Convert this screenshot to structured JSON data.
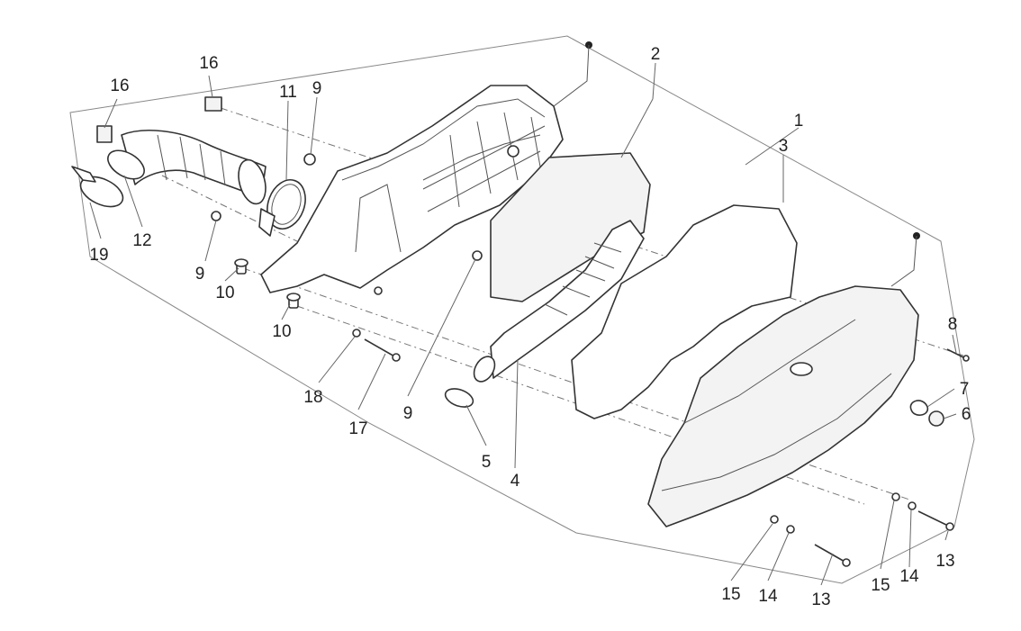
{
  "diagram": {
    "labels": [
      {
        "id": "l1",
        "text": "1"
      },
      {
        "id": "l2",
        "text": "2"
      },
      {
        "id": "l3",
        "text": "3"
      },
      {
        "id": "l4",
        "text": "4"
      },
      {
        "id": "l5",
        "text": "5"
      },
      {
        "id": "l6",
        "text": "6"
      },
      {
        "id": "l7",
        "text": "7"
      },
      {
        "id": "l8",
        "text": "8"
      },
      {
        "id": "l9a",
        "text": "9"
      },
      {
        "id": "l9b",
        "text": "9"
      },
      {
        "id": "l9c",
        "text": "9"
      },
      {
        "id": "l10a",
        "text": "10"
      },
      {
        "id": "l10b",
        "text": "10"
      },
      {
        "id": "l11",
        "text": "11"
      },
      {
        "id": "l12",
        "text": "12"
      },
      {
        "id": "l13a",
        "text": "13"
      },
      {
        "id": "l13b",
        "text": "13"
      },
      {
        "id": "l14a",
        "text": "14"
      },
      {
        "id": "l14b",
        "text": "14"
      },
      {
        "id": "l15a",
        "text": "15"
      },
      {
        "id": "l15b",
        "text": "15"
      },
      {
        "id": "l16a",
        "text": "16"
      },
      {
        "id": "l16b",
        "text": "16"
      },
      {
        "id": "l17",
        "text": "17"
      },
      {
        "id": "l18",
        "text": "18"
      },
      {
        "id": "l19",
        "text": "19"
      }
    ]
  }
}
